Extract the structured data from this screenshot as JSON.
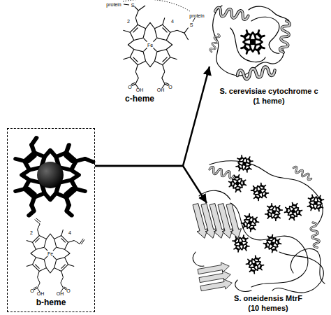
{
  "diagram": {
    "nodes": [
      {
        "text": [
          "b-heme"
        ]
      },
      {
        "text": [
          "c-heme"
        ]
      },
      {
        "text": [
          "S. cerevisiae cytochrome c",
          "(1 heme)"
        ]
      },
      {
        "text": [
          "S. oneidensis MtrF",
          "(10 hemes)"
        ]
      }
    ],
    "edges": [
      {
        "from": 0,
        "to": 2,
        "arrow": "to"
      },
      {
        "from": 0,
        "to": 3,
        "arrow": "to"
      }
    ],
    "labels": [
      "protein",
      "S",
      "2",
      "4",
      "Fe",
      "S",
      "protein",
      "O",
      "OH",
      "O",
      "OH",
      "2",
      "4",
      "Fe",
      "O",
      "OH",
      "O",
      "OH"
    ]
  }
}
